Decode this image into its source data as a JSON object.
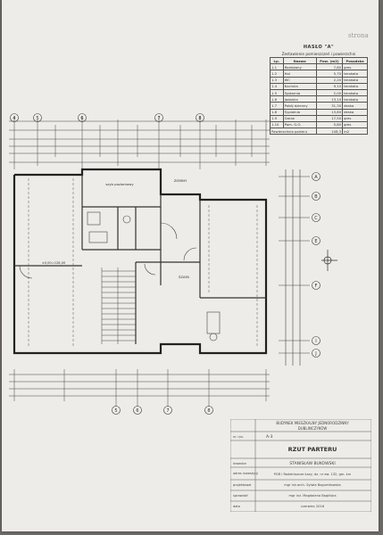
{
  "corner_stamp": "strona",
  "room_table": {
    "header_mark": "HASŁO \"A\"",
    "title": "Zestawienie pomieszczeń i powierzchni",
    "columns": [
      "Lp.",
      "Nazwa",
      "Pow. (m2)",
      "Posadzka"
    ],
    "rows": [
      [
        "1.1",
        "Rozłożony",
        "7,80",
        "gres"
      ],
      [
        "1.2",
        "Hol",
        "5,70",
        "terakota"
      ],
      [
        "1.3",
        "WC",
        "2,20",
        "terakota"
      ],
      [
        "1.4",
        "Kuchnia",
        "9,10",
        "terakota"
      ],
      [
        "1.5",
        "Spiżarnia",
        "2,00",
        "terakota"
      ],
      [
        "1.6",
        "Jadalnia",
        "13,10",
        "terakota"
      ],
      [
        "1.7",
        "Pokój dzienny",
        "31,30",
        "deska"
      ],
      [
        "1.8",
        "Sypialnia",
        "13,80",
        "deska"
      ],
      [
        "1.9",
        "Garaż",
        "17,50",
        "gres"
      ],
      [
        "1.10",
        "Pom. G.O.",
        "5,80",
        "gres"
      ]
    ],
    "total_label": "Powierzchnia parteru",
    "total_value": "108,3",
    "total_unit": "m2"
  },
  "plan": {
    "axes_top": [
      "4",
      "5",
      "6",
      "7",
      "8"
    ],
    "axes_right": [
      "A",
      "B",
      "C",
      "E",
      "F",
      "I",
      "J"
    ],
    "axes_bottom": [
      "5",
      "6",
      "7",
      "8"
    ],
    "label_sauna": "szyb poziomowy",
    "label_rozm": "ZIEMNY",
    "label_level": "±0,00=128,00",
    "label_room": "SZAFA"
  },
  "title_block": {
    "project": "BUDYNEK MIESZKALNY JEDNORODZINNY",
    "project2": "DUBLINCZYKÓW",
    "sheet_no": "A-3",
    "sheet_label": "nr. rys.",
    "drawing_title": "RZUT PARTERU",
    "investor_label": "Inwestor",
    "investor": "STANISŁAW BUKOWSKI",
    "location_label": "adres inwestycji",
    "location": "PGR i Rodziniszcze Łazy, dz. nr ew. 132, gm. Łm",
    "design_label": "projektował",
    "design_name": "mgr inż.arch. Sylwia Bogumiłowska",
    "check_label": "sprawdził",
    "check_name": "mgr inż. Magdalena Bagińska",
    "date_label": "data",
    "date": "czerwiec 2016"
  }
}
